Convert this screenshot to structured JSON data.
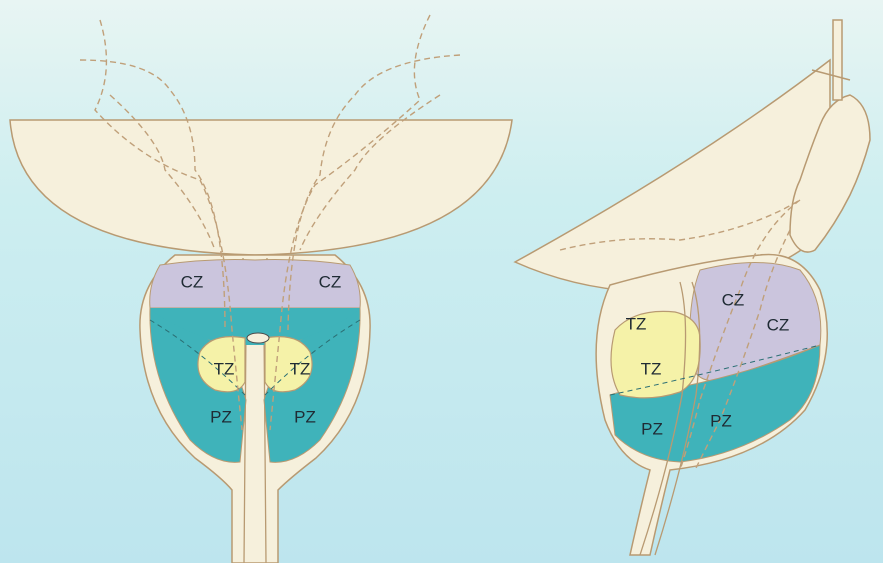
{
  "colors": {
    "background": "#bfe6ef",
    "background_top": "#e6f4f4",
    "tissue": "#f6f0dc",
    "outline": "#b89a72",
    "duct_dash": "#c0a07a",
    "central_zone": "#cbc5dd",
    "transition_zone": "#f5f2a8",
    "peripheral_zone": "#3fb3ba"
  },
  "labels": {
    "cz": "CZ",
    "tz": "TZ",
    "pz": "PZ"
  }
}
